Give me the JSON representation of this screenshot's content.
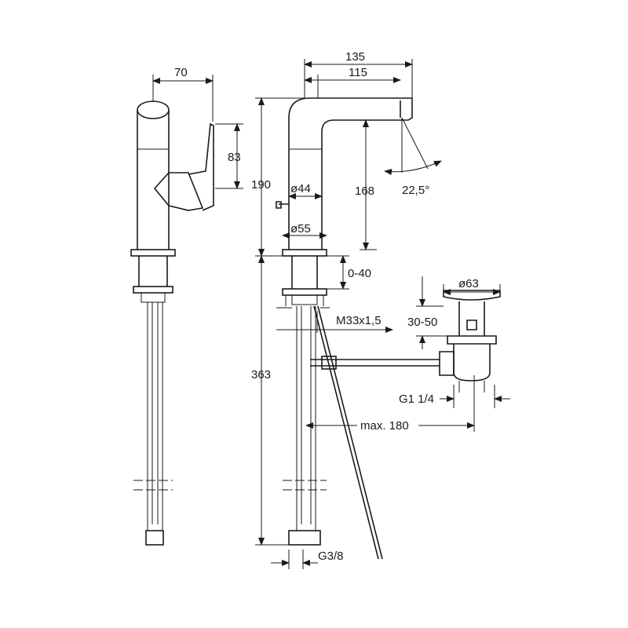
{
  "drawing": {
    "dimensions": {
      "width_side": "70",
      "lever_height": "83",
      "spout_reach_total": "135",
      "spout_reach": "115",
      "total_height": "190",
      "spout_height": "168",
      "angle": "22,5°",
      "body_diameter": "ø44",
      "base_diameter": "ø55",
      "deck_thickness": "0-40",
      "thread": "M33x1,5",
      "hose_length": "363",
      "drain_diameter": "ø63",
      "drain_height": "30-50",
      "drain_thread": "G1 1/4",
      "rod_reach": "max. 180",
      "hose_thread": "G3/8"
    }
  }
}
